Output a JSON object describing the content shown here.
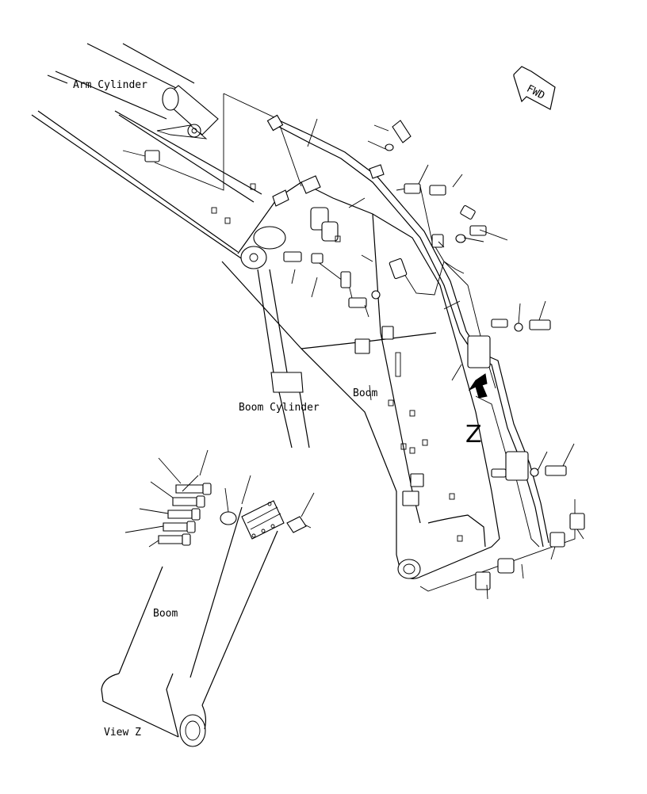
{
  "labels": {
    "arm_cylinder": "Arm Cylinder",
    "boom_cylinder": "Boom Cylinder",
    "boom_main": "Boom",
    "boom_view": "Boom",
    "view_z": "View Z",
    "z_marker": "Z",
    "fwd": "FWD"
  }
}
